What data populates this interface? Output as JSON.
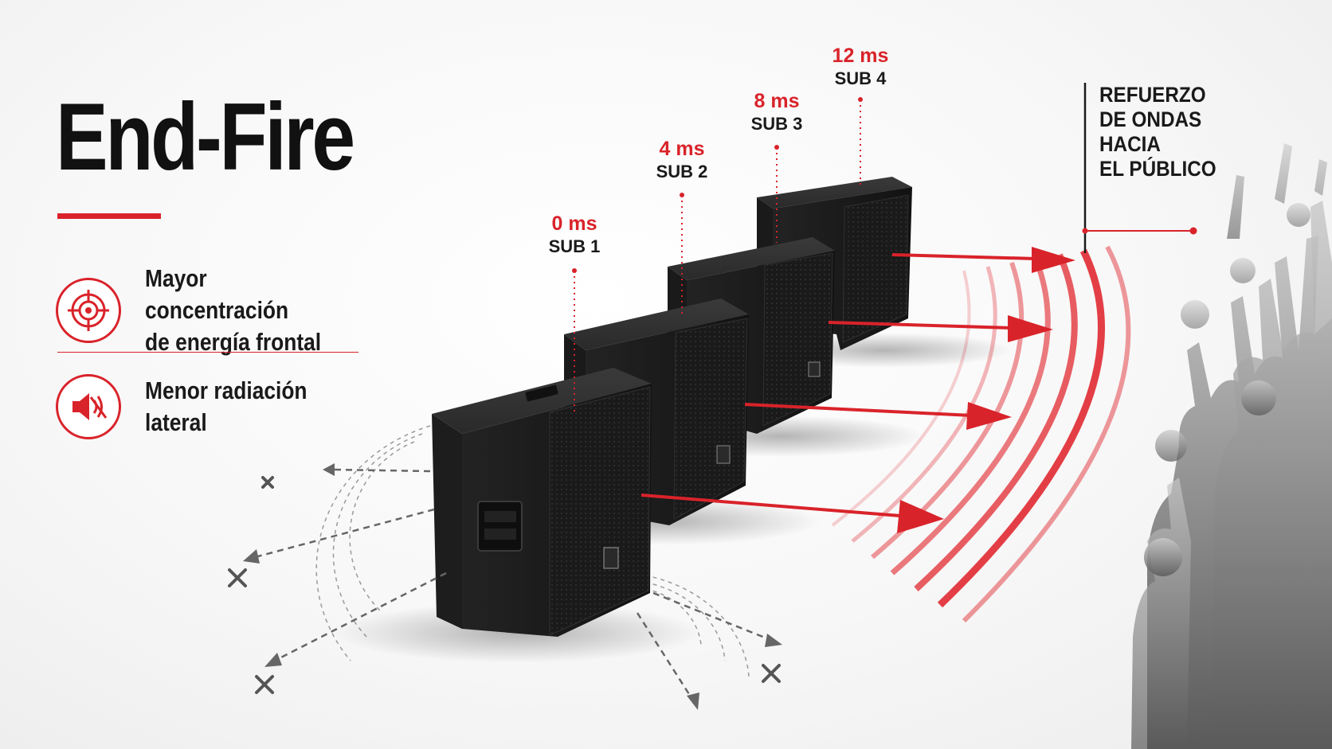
{
  "title": "End-Fire",
  "features": [
    {
      "icon": "target-icon",
      "line1": "Mayor concentración",
      "line2": "de energía frontal"
    },
    {
      "icon": "speaker-mute-icon",
      "line1": "Menor radiación",
      "line2": "lateral"
    }
  ],
  "subs": [
    {
      "delay": "0 ms",
      "name": "SUB 1"
    },
    {
      "delay": "4 ms",
      "name": "SUB 2"
    },
    {
      "delay": "8 ms",
      "name": "SUB 3"
    },
    {
      "delay": "12 ms",
      "name": "SUB 4"
    }
  ],
  "callout": [
    "REFUERZO",
    "DE ONDAS",
    "HACIA",
    "EL PÚBLICO"
  ],
  "colors": {
    "accent": "#d9232a",
    "text": "#111111",
    "cabinet": "#1c1c1c"
  }
}
